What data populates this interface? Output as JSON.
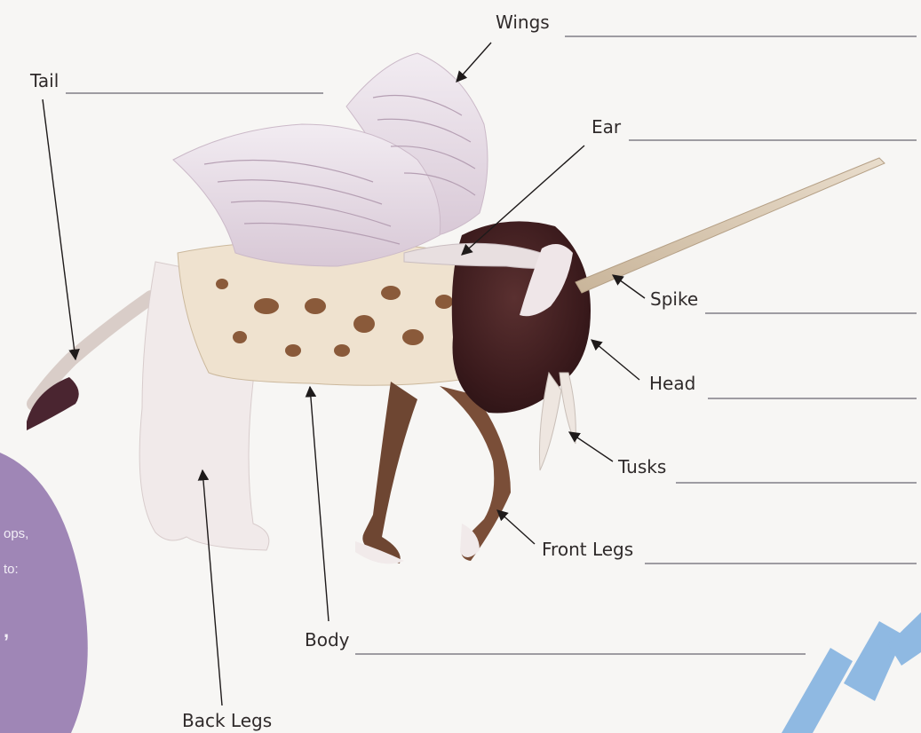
{
  "worksheet": {
    "labels": {
      "wings": "Wings",
      "tail": "Tail",
      "ear": "Ear",
      "spike": "Spike",
      "head": "Head",
      "tusks": "Tusks",
      "front_legs": "Front Legs",
      "body": "Body",
      "back_legs": "Back Legs"
    },
    "side_panel_text": [
      "ops,",
      "to:",
      ","
    ]
  },
  "colors": {
    "paper": "#f7f6f4",
    "purple_panel": "#9f86b6",
    "blue_mark": "#8fb9e2",
    "text": "#2f2a2a"
  }
}
